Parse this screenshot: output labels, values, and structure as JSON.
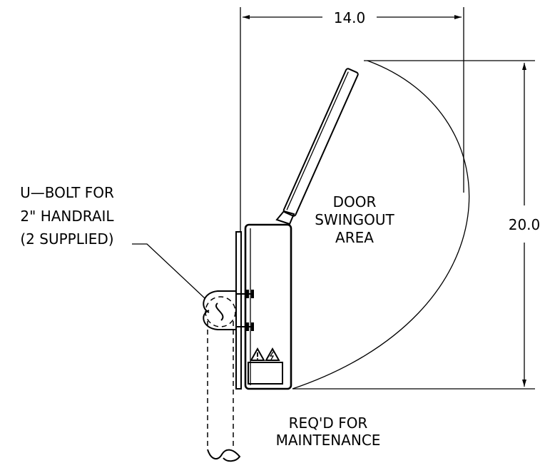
{
  "dimensions": {
    "width_label": "14.0",
    "height_label": "20.0"
  },
  "labels": {
    "ubolt": [
      "U—BOLT FOR",
      "2\" HANDRAIL",
      "(2 SUPPLIED)"
    ],
    "door": [
      "DOOR",
      "SWINGOUT",
      "AREA"
    ],
    "maintenance": [
      "REQ'D FOR",
      "MAINTENANCE"
    ]
  },
  "icons": [
    "warning-exclamation-icon",
    "electrical-hazard-icon"
  ]
}
